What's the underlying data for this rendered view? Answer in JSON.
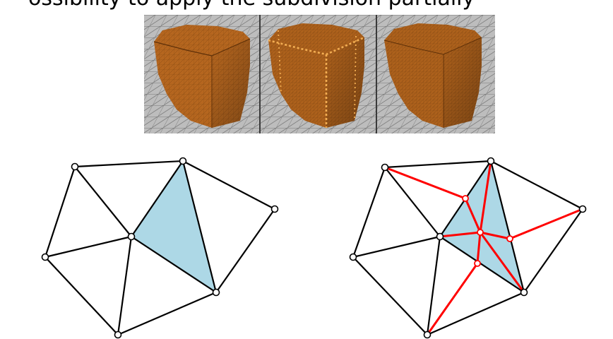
{
  "header": {
    "caption": "ossibility to apply the subdivision partially"
  },
  "render_strip": {
    "panels": [
      "original-mesh-render",
      "subdivided-artifacts-render",
      "subdivided-smooth-render"
    ],
    "colors": {
      "shape": "#b06420",
      "ground": "#bdbdbd",
      "wire": "#6f6f6f",
      "highlight": "#f3b25a"
    }
  },
  "colors": {
    "edge": "#000000",
    "new_edge": "#ff0000",
    "fill": "#add8e6",
    "vertex_fill": "#ffffff"
  }
}
